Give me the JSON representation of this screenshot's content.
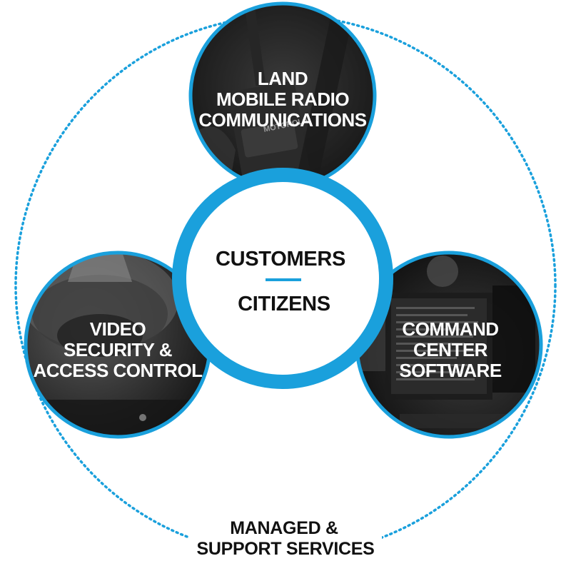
{
  "colors": {
    "accent": "#1aa0dc",
    "dark_text": "#111111",
    "light_text": "#ffffff"
  },
  "outer_ring": {
    "label_line1": "MANAGED &",
    "label_line2": "SUPPORT SERVICES"
  },
  "center": {
    "label_top": "CUSTOMERS",
    "label_bottom": "CITIZENS"
  },
  "nodes": {
    "radio": {
      "line1": "LAND",
      "line2": "MOBILE RADIO",
      "line3": "COMMUNICATIONS",
      "photo_text": "MOTOROLA"
    },
    "video": {
      "line1": "VIDEO",
      "line2": "SECURITY &",
      "line3": "ACCESS CONTROL"
    },
    "command": {
      "line1": "COMMAND",
      "line2": "CENTER",
      "line3": "SOFTWARE"
    }
  }
}
